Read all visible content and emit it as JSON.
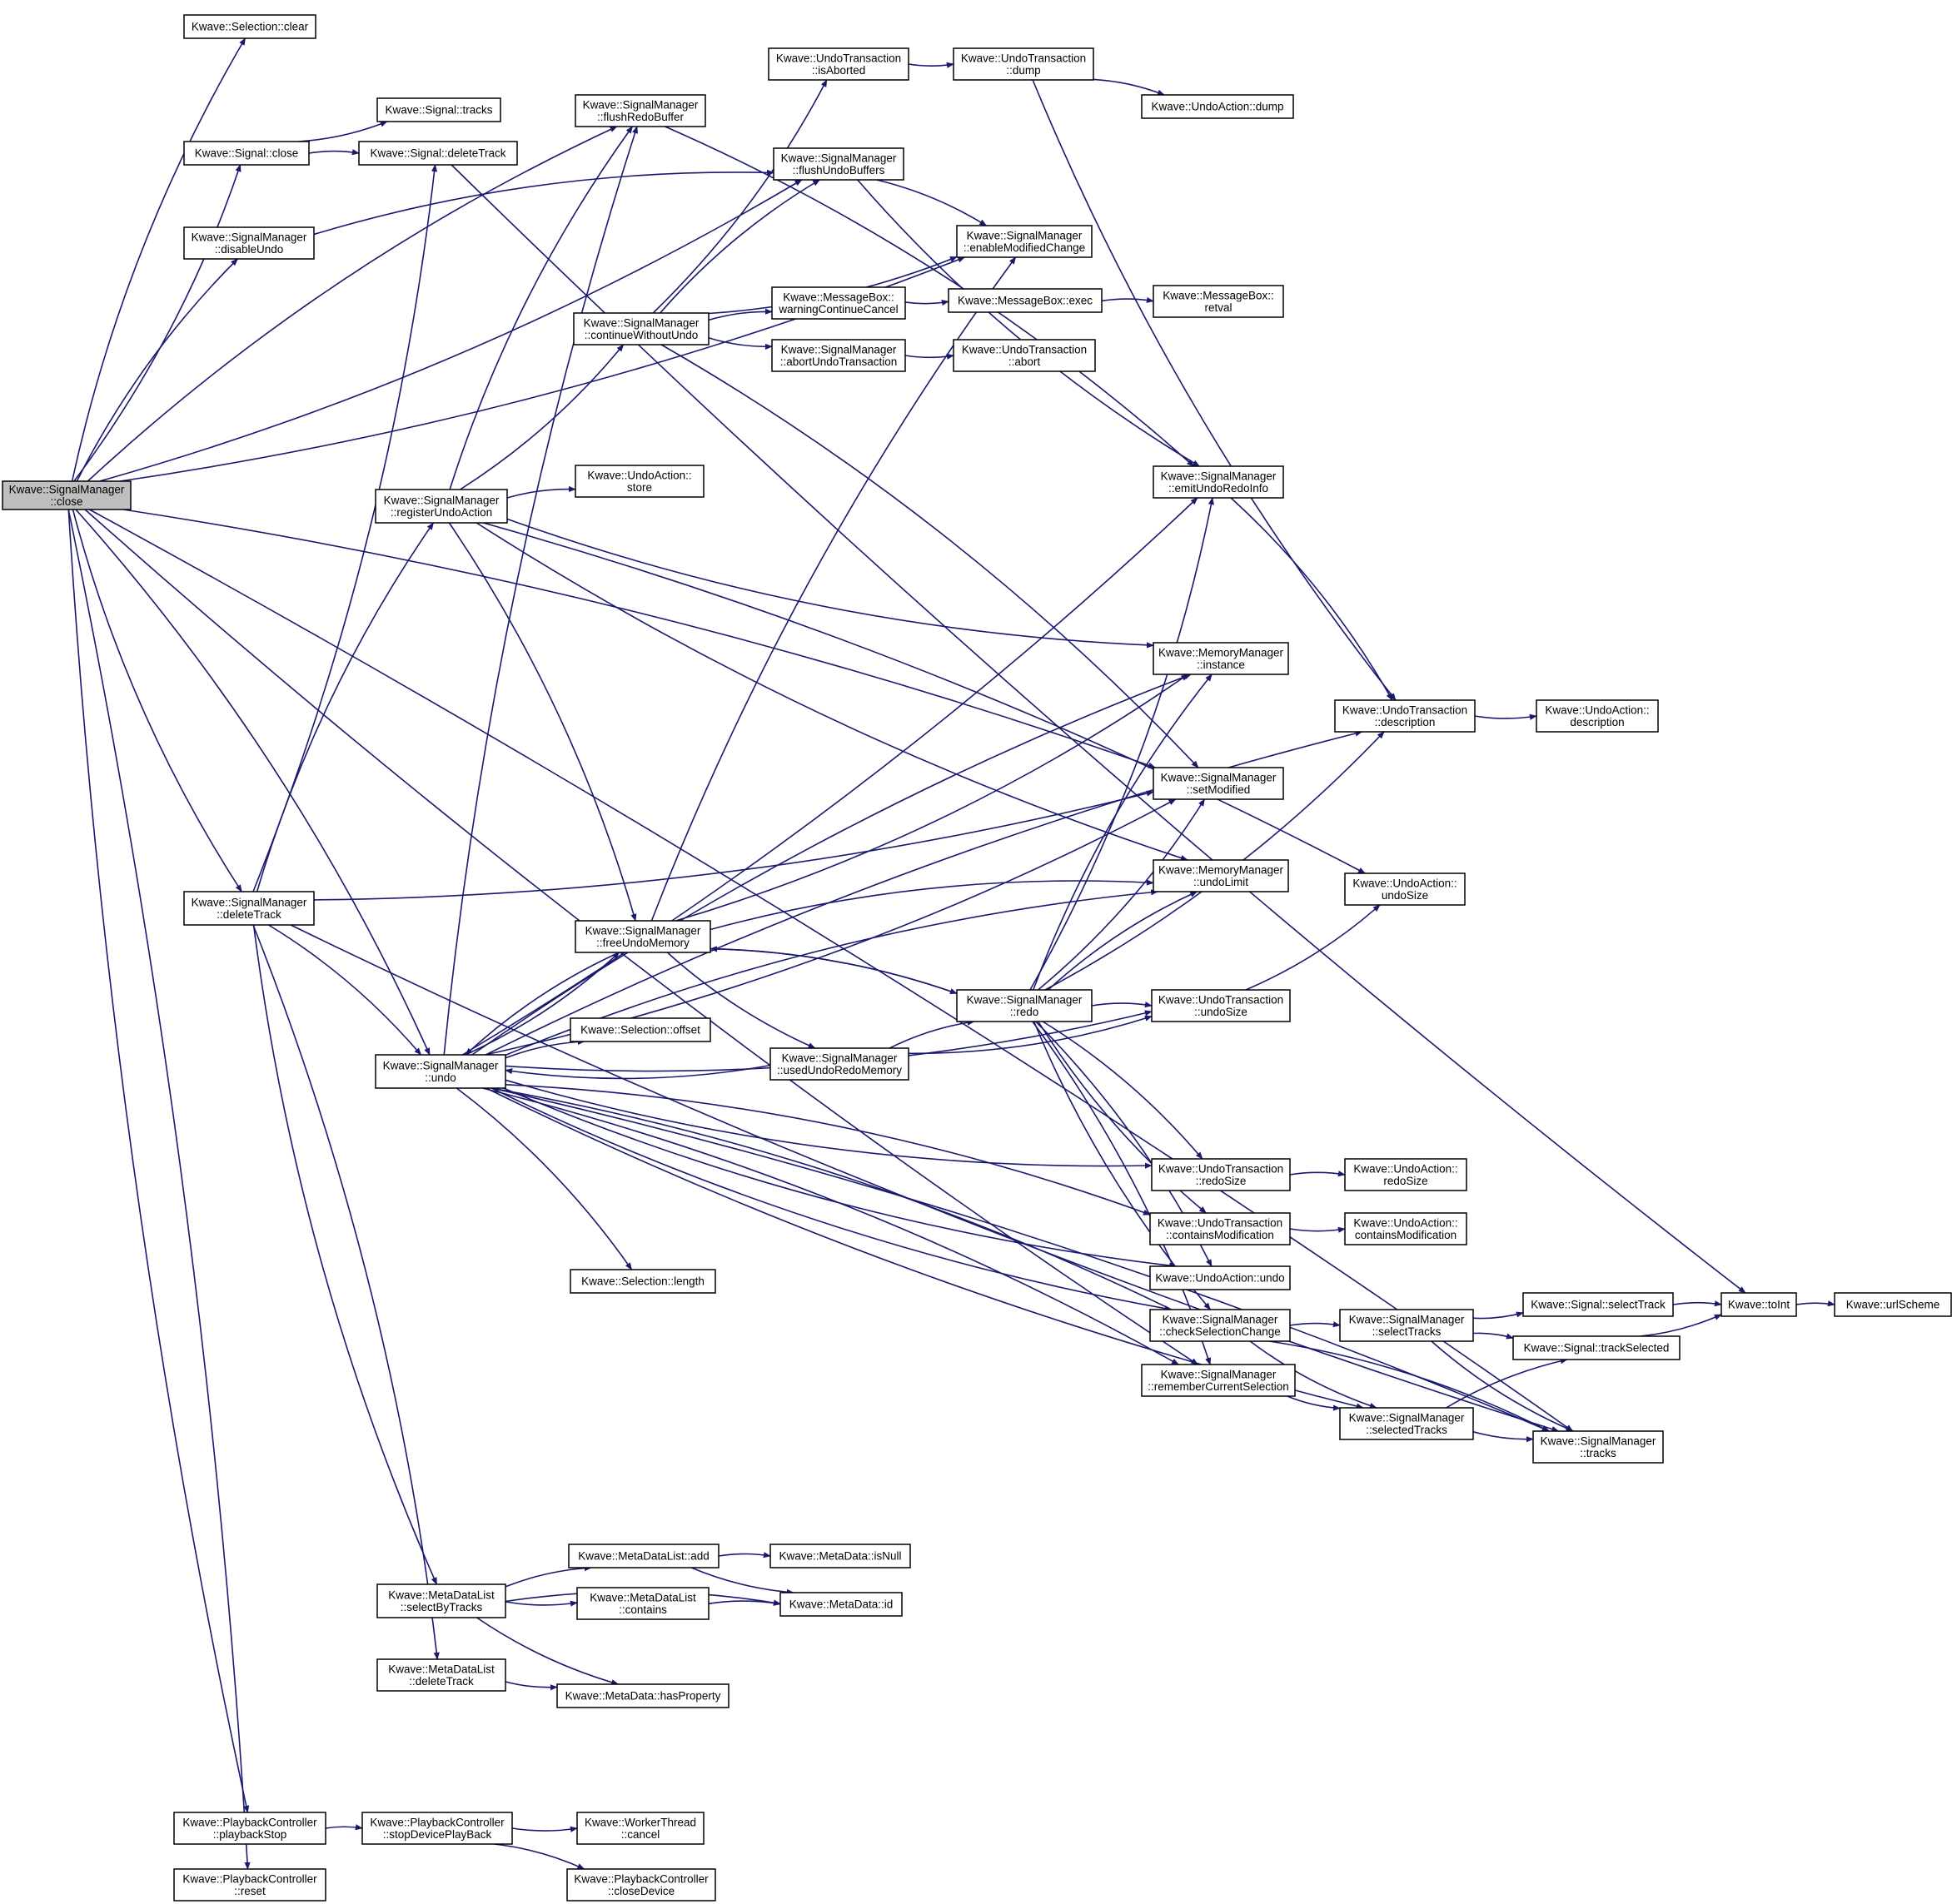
{
  "colors": {
    "edge": "#191970",
    "node_border": "#000000",
    "node_fill": "#ffffff",
    "root_fill": "#bfbfbf",
    "background": "#ffffff"
  },
  "nodes": [
    {
      "id": "root",
      "lines": [
        "Kwave::SignalManager",
        "::close"
      ],
      "root": true
    },
    {
      "id": "sel_clear",
      "lines": [
        "Kwave::Selection::clear"
      ]
    },
    {
      "id": "sig_tracks",
      "lines": [
        "Kwave::Signal::tracks"
      ]
    },
    {
      "id": "sig_close",
      "lines": [
        "Kwave::Signal::close"
      ]
    },
    {
      "id": "sig_deltrack",
      "lines": [
        "Kwave::Signal::deleteTrack"
      ]
    },
    {
      "id": "sm_flushredo",
      "lines": [
        "Kwave::SignalManager",
        "::flushRedoBuffer"
      ]
    },
    {
      "id": "ut_isaborted",
      "lines": [
        "Kwave::UndoTransaction",
        "::isAborted"
      ]
    },
    {
      "id": "ut_dump",
      "lines": [
        "Kwave::UndoTransaction",
        "::dump"
      ]
    },
    {
      "id": "ua_dump",
      "lines": [
        "Kwave::UndoAction::dump"
      ]
    },
    {
      "id": "sm_flushundo",
      "lines": [
        "Kwave::SignalManager",
        "::flushUndoBuffers"
      ]
    },
    {
      "id": "sm_disableundo",
      "lines": [
        "Kwave::SignalManager",
        "::disableUndo"
      ]
    },
    {
      "id": "sm_enablemod",
      "lines": [
        "Kwave::SignalManager",
        "::enableModifiedChange"
      ]
    },
    {
      "id": "mb_warn",
      "lines": [
        "Kwave::MessageBox::",
        "warningContinueCancel"
      ]
    },
    {
      "id": "mb_exec",
      "lines": [
        "Kwave::MessageBox::exec"
      ]
    },
    {
      "id": "mb_retval",
      "lines": [
        "Kwave::MessageBox::",
        "retval"
      ]
    },
    {
      "id": "sm_contwo",
      "lines": [
        "Kwave::SignalManager",
        "::continueWithoutUndo"
      ]
    },
    {
      "id": "sm_abortut",
      "lines": [
        "Kwave::SignalManager",
        "::abortUndoTransaction"
      ]
    },
    {
      "id": "ut_abort",
      "lines": [
        "Kwave::UndoTransaction",
        "::abort"
      ]
    },
    {
      "id": "sm_emitinfo",
      "lines": [
        "Kwave::SignalManager",
        "::emitUndoRedoInfo"
      ]
    },
    {
      "id": "sm_regundo",
      "lines": [
        "Kwave::SignalManager",
        "::registerUndoAction"
      ]
    },
    {
      "id": "ua_store",
      "lines": [
        "Kwave::UndoAction::",
        "store"
      ]
    },
    {
      "id": "mm_instance",
      "lines": [
        "Kwave::MemoryManager",
        "::instance"
      ]
    },
    {
      "id": "ut_desc",
      "lines": [
        "Kwave::UndoTransaction",
        "::description"
      ]
    },
    {
      "id": "ua_desc",
      "lines": [
        "Kwave::UndoAction::",
        "description"
      ]
    },
    {
      "id": "sm_setmod",
      "lines": [
        "Kwave::SignalManager",
        "::setModified"
      ]
    },
    {
      "id": "mm_undolimit",
      "lines": [
        "Kwave::MemoryManager",
        "::undoLimit"
      ]
    },
    {
      "id": "ua_undosize",
      "lines": [
        "Kwave::UndoAction::",
        "undoSize"
      ]
    },
    {
      "id": "sm_deltrack",
      "lines": [
        "Kwave::SignalManager",
        "::deleteTrack"
      ]
    },
    {
      "id": "sm_freeundo",
      "lines": [
        "Kwave::SignalManager",
        "::freeUndoMemory"
      ]
    },
    {
      "id": "sm_redo",
      "lines": [
        "Kwave::SignalManager",
        "::redo"
      ]
    },
    {
      "id": "ut_undosize",
      "lines": [
        "Kwave::UndoTransaction",
        "::undoSize"
      ]
    },
    {
      "id": "sel_offset",
      "lines": [
        "Kwave::Selection::offset"
      ]
    },
    {
      "id": "sm_usedmem",
      "lines": [
        "Kwave::SignalManager",
        "::usedUndoRedoMemory"
      ]
    },
    {
      "id": "sm_undo",
      "lines": [
        "Kwave::SignalManager",
        "::undo"
      ]
    },
    {
      "id": "ut_redosize",
      "lines": [
        "Kwave::UndoTransaction",
        "::redoSize"
      ]
    },
    {
      "id": "ua_redosize",
      "lines": [
        "Kwave::UndoAction::",
        "redoSize"
      ]
    },
    {
      "id": "ut_containsmod",
      "lines": [
        "Kwave::UndoTransaction",
        "::containsModification"
      ]
    },
    {
      "id": "ua_containsmod",
      "lines": [
        "Kwave::UndoAction::",
        "containsModification"
      ]
    },
    {
      "id": "ua_undo",
      "lines": [
        "Kwave::UndoAction::undo"
      ]
    },
    {
      "id": "sel_length",
      "lines": [
        "Kwave::Selection::length"
      ]
    },
    {
      "id": "sm_checksel",
      "lines": [
        "Kwave::SignalManager",
        "::checkSelectionChange"
      ]
    },
    {
      "id": "sm_selecttracks",
      "lines": [
        "Kwave::SignalManager",
        "::selectTracks"
      ]
    },
    {
      "id": "sig_selecttrack",
      "lines": [
        "Kwave::Signal::selectTrack"
      ]
    },
    {
      "id": "toint",
      "lines": [
        "Kwave::toInt"
      ]
    },
    {
      "id": "urlscheme",
      "lines": [
        "Kwave::urlScheme"
      ]
    },
    {
      "id": "sig_trackselected",
      "lines": [
        "Kwave::Signal::trackSelected"
      ]
    },
    {
      "id": "sm_remembersel",
      "lines": [
        "Kwave::SignalManager",
        "::rememberCurrentSelection"
      ]
    },
    {
      "id": "sm_selectedtracks",
      "lines": [
        "Kwave::SignalManager",
        "::selectedTracks"
      ]
    },
    {
      "id": "sm_tracks",
      "lines": [
        "Kwave::SignalManager",
        "::tracks"
      ]
    },
    {
      "id": "mdl_add",
      "lines": [
        "Kwave::MetaDataList::add"
      ]
    },
    {
      "id": "md_isnull",
      "lines": [
        "Kwave::MetaData::isNull"
      ]
    },
    {
      "id": "mdl_selbytracks",
      "lines": [
        "Kwave::MetaDataList",
        "::selectByTracks"
      ]
    },
    {
      "id": "mdl_contains",
      "lines": [
        "Kwave::MetaDataList",
        "::contains"
      ]
    },
    {
      "id": "md_id",
      "lines": [
        "Kwave::MetaData::id"
      ]
    },
    {
      "id": "mdl_deltrack",
      "lines": [
        "Kwave::MetaDataList",
        "::deleteTrack"
      ]
    },
    {
      "id": "md_hasprop",
      "lines": [
        "Kwave::MetaData::hasProperty"
      ]
    },
    {
      "id": "pc_playstop",
      "lines": [
        "Kwave::PlaybackController",
        "::playbackStop"
      ]
    },
    {
      "id": "pc_stopdev",
      "lines": [
        "Kwave::PlaybackController",
        "::stopDevicePlayBack"
      ]
    },
    {
      "id": "wt_cancel",
      "lines": [
        "Kwave::WorkerThread",
        "::cancel"
      ]
    },
    {
      "id": "pc_reset",
      "lines": [
        "Kwave::PlaybackController",
        "::reset"
      ]
    },
    {
      "id": "pc_closedev",
      "lines": [
        "Kwave::PlaybackController",
        "::closeDevice"
      ]
    }
  ],
  "edges": [
    [
      "root",
      "sel_clear"
    ],
    [
      "root",
      "sig_close"
    ],
    [
      "root",
      "sm_flushredo"
    ],
    [
      "root",
      "sm_flushundo"
    ],
    [
      "root",
      "sm_disableundo"
    ],
    [
      "root",
      "sm_enablemod"
    ],
    [
      "root",
      "sm_setmod"
    ],
    [
      "root",
      "sm_deltrack"
    ],
    [
      "root",
      "sm_undo"
    ],
    [
      "root",
      "sm_remembersel"
    ],
    [
      "root",
      "sm_tracks"
    ],
    [
      "root",
      "pc_playstop"
    ],
    [
      "root",
      "pc_reset"
    ],
    [
      "sig_close",
      "sig_tracks"
    ],
    [
      "sig_close",
      "sig_deltrack"
    ],
    [
      "sig_deltrack",
      "toint"
    ],
    [
      "sm_flushredo",
      "sm_emitinfo"
    ],
    [
      "ut_isaborted",
      "ut_dump"
    ],
    [
      "ut_dump",
      "ua_dump"
    ],
    [
      "ut_dump",
      "ut_desc"
    ],
    [
      "sm_flushundo",
      "sm_enablemod"
    ],
    [
      "sm_flushundo",
      "sm_emitinfo"
    ],
    [
      "sm_disableundo",
      "sm_flushundo"
    ],
    [
      "mb_warn",
      "mb_exec"
    ],
    [
      "mb_exec",
      "mb_retval"
    ],
    [
      "sm_contwo",
      "ut_isaborted"
    ],
    [
      "sm_contwo",
      "sm_flushundo"
    ],
    [
      "sm_contwo",
      "sm_enablemod"
    ],
    [
      "sm_contwo",
      "mb_warn"
    ],
    [
      "sm_contwo",
      "sm_abortut"
    ],
    [
      "sm_contwo",
      "sm_setmod"
    ],
    [
      "sm_abortut",
      "ut_abort"
    ],
    [
      "sm_emitinfo",
      "ut_desc"
    ],
    [
      "ut_desc",
      "ua_desc"
    ],
    [
      "sm_regundo",
      "sm_flushredo"
    ],
    [
      "sm_regundo",
      "sm_contwo"
    ],
    [
      "sm_regundo",
      "ua_store"
    ],
    [
      "sm_regundo",
      "mm_instance"
    ],
    [
      "sm_regundo",
      "ua_undosize"
    ],
    [
      "sm_regundo",
      "mm_undolimit"
    ],
    [
      "sm_regundo",
      "sm_freeundo"
    ],
    [
      "sm_deltrack",
      "sig_deltrack"
    ],
    [
      "sm_deltrack",
      "sm_regundo"
    ],
    [
      "sm_deltrack",
      "sm_setmod"
    ],
    [
      "sm_deltrack",
      "sm_undo"
    ],
    [
      "sm_deltrack",
      "mdl_selbytracks"
    ],
    [
      "sm_deltrack",
      "mdl_deltrack"
    ],
    [
      "sm_deltrack",
      "sm_tracks"
    ],
    [
      "sm_freeundo",
      "sm_enablemod"
    ],
    [
      "sm_freeundo",
      "mm_instance"
    ],
    [
      "sm_freeundo",
      "mm_undolimit"
    ],
    [
      "sm_freeundo",
      "sm_usedmem"
    ],
    [
      "sm_freeundo",
      "sm_redo"
    ],
    [
      "sm_freeundo",
      "sm_undo"
    ],
    [
      "sm_usedmem",
      "sm_redo"
    ],
    [
      "sm_usedmem",
      "ut_undosize"
    ],
    [
      "sm_usedmem",
      "sm_undo"
    ],
    [
      "sm_redo",
      "sm_emitinfo"
    ],
    [
      "sm_redo",
      "mm_instance"
    ],
    [
      "sm_redo",
      "sm_setmod"
    ],
    [
      "sm_redo",
      "mm_undolimit"
    ],
    [
      "sm_redo",
      "ut_desc"
    ],
    [
      "sm_redo",
      "ut_undosize"
    ],
    [
      "sm_redo",
      "sm_freeundo"
    ],
    [
      "sm_redo",
      "ut_redosize"
    ],
    [
      "sm_redo",
      "ut_containsmod"
    ],
    [
      "sm_redo",
      "ua_undo"
    ],
    [
      "sm_redo",
      "sm_checksel"
    ],
    [
      "sm_redo",
      "sm_remembersel"
    ],
    [
      "ut_undosize",
      "ua_undosize"
    ],
    [
      "ut_redosize",
      "ua_redosize"
    ],
    [
      "ut_containsmod",
      "ua_containsmod"
    ],
    [
      "sm_undo",
      "sm_flushredo"
    ],
    [
      "sm_undo",
      "sm_emitinfo"
    ],
    [
      "sm_undo",
      "mm_instance"
    ],
    [
      "sm_undo",
      "sm_setmod"
    ],
    [
      "sm_undo",
      "mm_undolimit"
    ],
    [
      "sm_undo",
      "sm_freeundo"
    ],
    [
      "sm_undo",
      "sel_offset"
    ],
    [
      "sm_undo",
      "ut_undosize"
    ],
    [
      "sm_undo",
      "ut_desc"
    ],
    [
      "sm_undo",
      "ut_redosize"
    ],
    [
      "sm_undo",
      "ut_containsmod"
    ],
    [
      "sm_undo",
      "ua_undo"
    ],
    [
      "sm_undo",
      "sel_length"
    ],
    [
      "sm_undo",
      "sm_checksel"
    ],
    [
      "sm_undo",
      "sm_remembersel"
    ],
    [
      "sm_undo",
      "sm_selectedtracks"
    ],
    [
      "sm_undo",
      "sm_tracks"
    ],
    [
      "sm_checksel",
      "sm_undo"
    ],
    [
      "sm_checksel",
      "sm_selecttracks"
    ],
    [
      "sm_checksel",
      "sm_selectedtracks"
    ],
    [
      "sm_checksel",
      "sm_tracks"
    ],
    [
      "sm_selecttracks",
      "sig_selecttrack"
    ],
    [
      "sm_selecttracks",
      "sig_trackselected"
    ],
    [
      "sm_selecttracks",
      "sm_tracks"
    ],
    [
      "sig_selecttrack",
      "toint"
    ],
    [
      "sig_trackselected",
      "toint"
    ],
    [
      "toint",
      "urlscheme"
    ],
    [
      "sm_remembersel",
      "sm_selectedtracks"
    ],
    [
      "sm_selectedtracks",
      "sig_trackselected"
    ],
    [
      "sm_selectedtracks",
      "sm_tracks"
    ],
    [
      "mdl_selbytracks",
      "mdl_add"
    ],
    [
      "mdl_selbytracks",
      "mdl_contains"
    ],
    [
      "mdl_selbytracks",
      "md_id"
    ],
    [
      "mdl_selbytracks",
      "md_hasprop"
    ],
    [
      "mdl_add",
      "md_isnull"
    ],
    [
      "mdl_add",
      "md_id"
    ],
    [
      "mdl_contains",
      "md_id"
    ],
    [
      "mdl_deltrack",
      "md_hasprop"
    ],
    [
      "pc_playstop",
      "pc_stopdev"
    ],
    [
      "pc_stopdev",
      "wt_cancel"
    ],
    [
      "pc_stopdev",
      "pc_closedev"
    ]
  ]
}
